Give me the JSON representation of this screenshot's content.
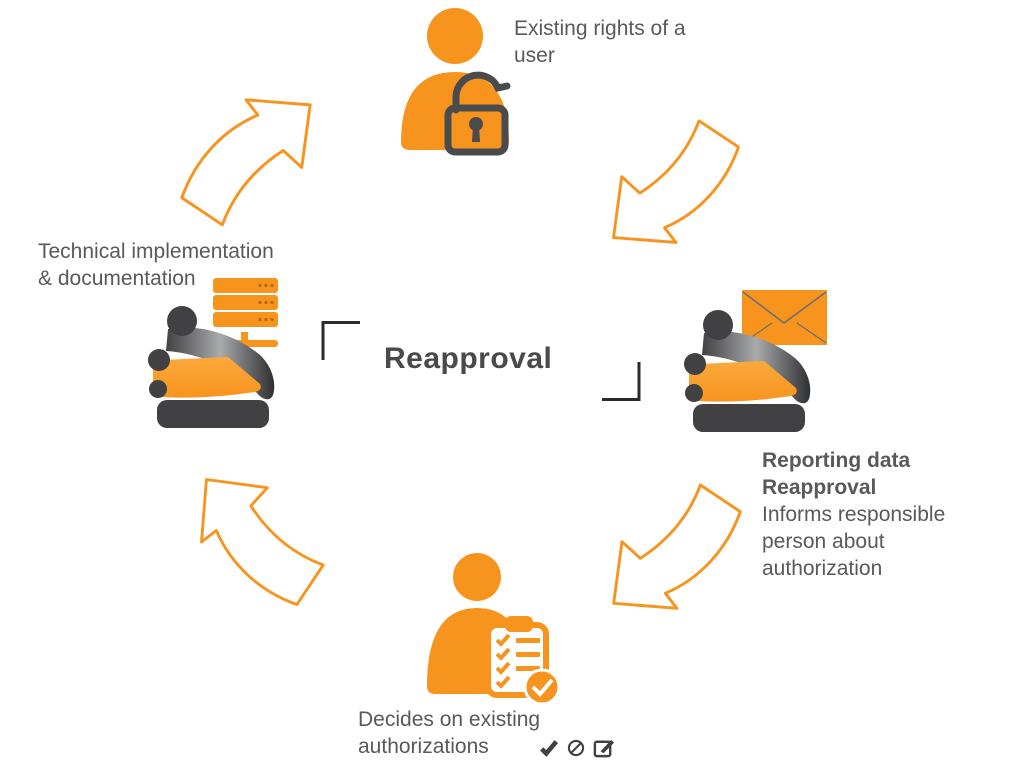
{
  "background": "#ffffff",
  "colors": {
    "orange": "#F7941E",
    "dark_gray": "#414042",
    "text_gray": "#58595B",
    "title_gray": "#4A4A4C"
  },
  "center": {
    "title": "Reapproval",
    "brackets": [
      "top-left-bracket",
      "bottom-right-bracket"
    ]
  },
  "stages": {
    "top": {
      "icon": "user-unlock-icon",
      "lines": [
        "Existing rights of a",
        "user"
      ]
    },
    "right": {
      "icon": "person-laptop-mail-icon",
      "bold_lines": [
        "Reporting data",
        "Reapproval"
      ],
      "lines": [
        "Informs responsible",
        "person about",
        "authorization"
      ]
    },
    "bottom": {
      "icon": "person-checklist-icon",
      "lines": [
        "Decides on existing",
        "authorizations"
      ],
      "mini_icons": [
        "check-icon",
        "block-icon",
        "edit-icon"
      ]
    },
    "left": {
      "icon": "person-laptop-server-icon",
      "lines": [
        "Technical implementation",
        "& documentation"
      ]
    }
  },
  "arrows": [
    "left-to-top",
    "top-to-right",
    "right-to-bottom",
    "bottom-to-left"
  ]
}
